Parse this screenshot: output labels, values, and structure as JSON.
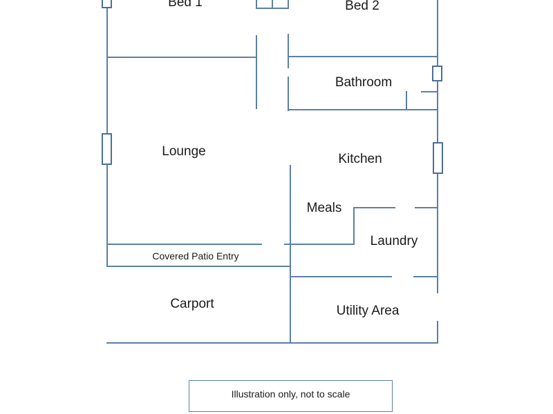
{
  "rooms": {
    "bed1": "Bed 1",
    "bed2": "Bed 2",
    "bathroom": "Bathroom",
    "lounge": "Lounge",
    "kitchen": "Kitchen",
    "meals": "Meals",
    "laundry": "Laundry",
    "covered_patio_entry": "Covered Patio Entry",
    "carport": "Carport",
    "utility_area": "Utility Area"
  },
  "note": "Illustration only, not to scale",
  "colors": {
    "wall": "#5b7fa6",
    "window": "#4a6f97",
    "text": "#1a1a1a",
    "background": "#ffffff"
  }
}
